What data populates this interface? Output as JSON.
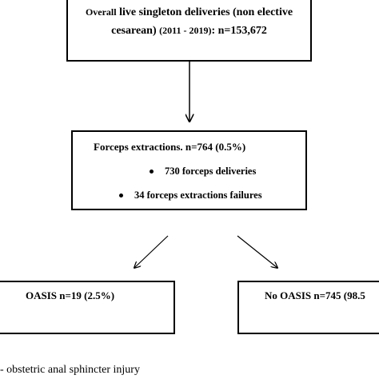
{
  "top_box": {
    "line1_a": "Overall",
    "line1_b": " live singleton deliveries (non elective",
    "line2_a": "cesarean) ",
    "line2_b": "(2011 - 2019)",
    "line2_c": ": n=153,672"
  },
  "forceps_box": {
    "title": "Forceps extractions. n=764 (0.5%)",
    "bullets": [
      "730 forceps deliveries",
      "34 forceps extractions failures"
    ]
  },
  "oasis_box": {
    "label": "OASIS  n=19 (2.5%)"
  },
  "no_oasis_box": {
    "label": "No OASIS n=745 (98.5"
  },
  "footnote": "- obstetric anal sphincter injury"
}
